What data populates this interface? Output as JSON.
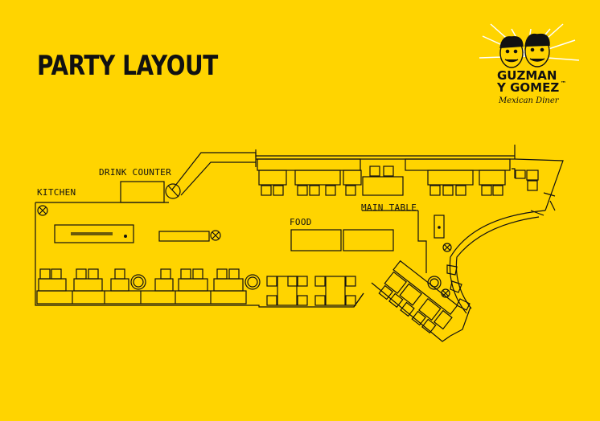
{
  "title": "PARTY LAYOUT",
  "brand": {
    "line1": "GUZMAN",
    "line2": "Y GOMEZ",
    "tm": "™",
    "tagline": "Mexican Diner"
  },
  "labels": {
    "kitchen": "KITCHEN",
    "drink_counter": "DRINK COUNTER",
    "food": "FOOD",
    "main_table": "MAIN TABLE"
  },
  "colors": {
    "background": "#FFD400",
    "ink": "#111111"
  }
}
